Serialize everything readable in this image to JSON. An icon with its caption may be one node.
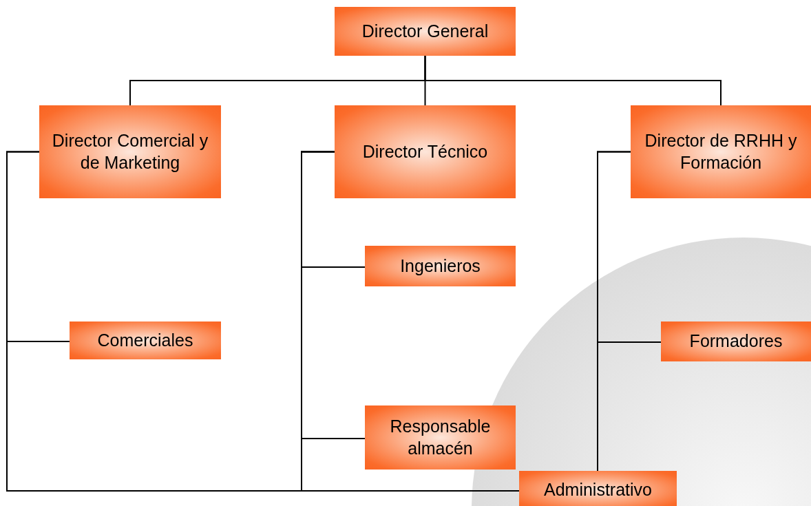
{
  "diagram": {
    "nodes": [
      {
        "text": [
          "Director General"
        ]
      },
      {
        "text": [
          "Director Comercial y de Marketing"
        ]
      },
      {
        "text": [
          "Director Técnico"
        ]
      },
      {
        "text": [
          "Director de RRHH y Formación"
        ]
      },
      {
        "text": [
          "Ingenieros"
        ]
      },
      {
        "text": [
          "Comerciales"
        ]
      },
      {
        "text": [
          "Formadores"
        ]
      },
      {
        "text": [
          "Responsable almacén"
        ]
      },
      {
        "text": [
          "Administrativo"
        ]
      }
    ],
    "edges": [
      {
        "from": 0,
        "to": 1,
        "arrow": "none"
      },
      {
        "from": 0,
        "to": 2,
        "arrow": "none"
      },
      {
        "from": 0,
        "to": 3,
        "arrow": "none"
      },
      {
        "from": 1,
        "to": 5,
        "arrow": "none"
      },
      {
        "from": 1,
        "to": 8,
        "arrow": "none"
      },
      {
        "from": 2,
        "to": 4,
        "arrow": "none"
      },
      {
        "from": 2,
        "to": 7,
        "arrow": "none"
      },
      {
        "from": 2,
        "to": 8,
        "arrow": "none"
      },
      {
        "from": 3,
        "to": 6,
        "arrow": "none"
      },
      {
        "from": 3,
        "to": 8,
        "arrow": "none"
      }
    ]
  }
}
